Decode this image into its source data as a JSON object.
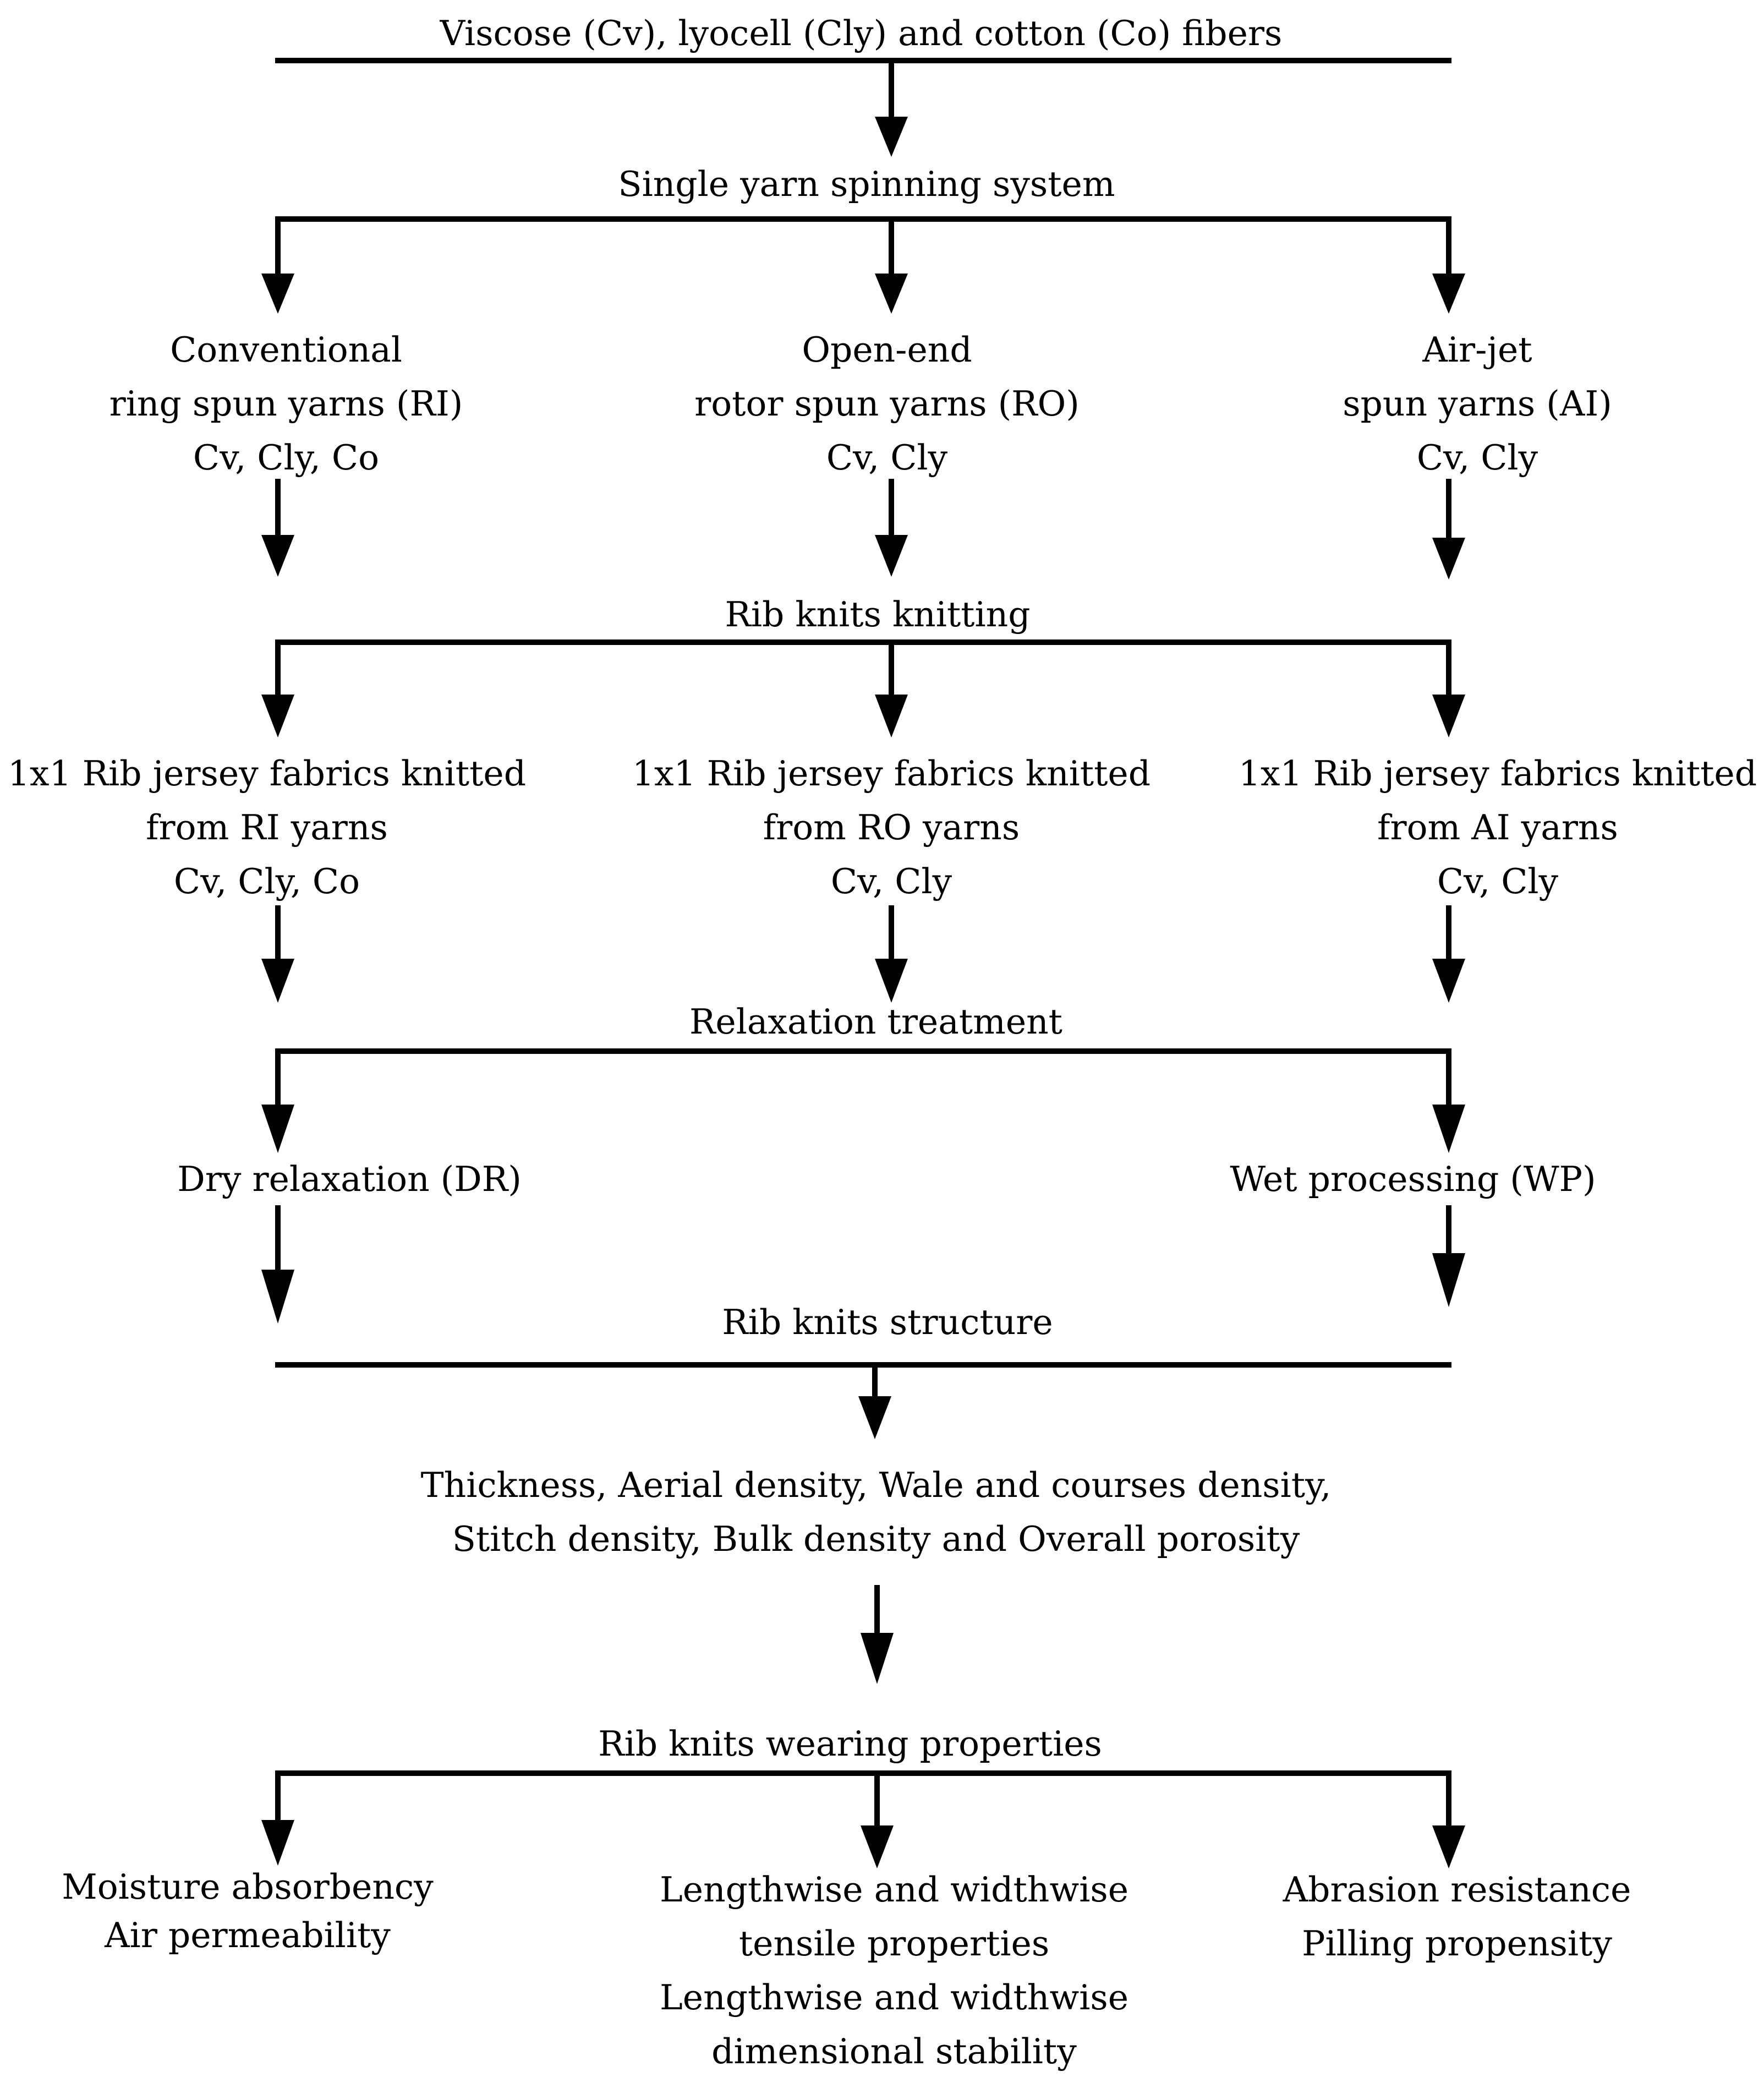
{
  "diagram": {
    "fibers": "Viscose (Cv), lyocell (Cly) and cotton (Co) fibers",
    "spinning": "Single yarn spinning system",
    "yarns": [
      {
        "line1": "Conventional",
        "line2": "ring spun yarns (RI)",
        "line3": "Cv, Cly, Co"
      },
      {
        "line1": "Open-end",
        "line2": "rotor spun yarns (RO)",
        "line3": "Cv, Cly"
      },
      {
        "line1": "Air-jet",
        "line2": "spun yarns (AI)",
        "line3": "Cv, Cly"
      }
    ],
    "knitting": "Rib knits knitting",
    "fabrics": [
      {
        "line1": "1x1 Rib jersey fabrics knitted",
        "line2": "from RI yarns",
        "line3": "Cv, Cly, Co"
      },
      {
        "line1": "1x1 Rib jersey fabrics knitted",
        "line2": "from RO yarns",
        "line3": "Cv, Cly"
      },
      {
        "line1": "1x1 Rib jersey fabrics knitted",
        "line2": "from AI yarns",
        "line3": "Cv, Cly"
      }
    ],
    "relaxation": "Relaxation treatment",
    "treatments": [
      "Dry relaxation (DR)",
      "Wet processing (WP)"
    ],
    "structure": "Rib knits structure",
    "structure_params": {
      "line1": "Thickness, Aerial density, Wale and courses density,",
      "line2": "Stitch density, Bulk density and Overall porosity"
    },
    "wearing": "Rib knits wearing properties",
    "properties": [
      {
        "line1": "Moisture absorbency",
        "line2": "Air permeability"
      },
      {
        "line1": "Lengthwise and widthwise",
        "line2": "tensile properties",
        "line3": "Lengthwise and widthwise",
        "line4": "dimensional stability"
      },
      {
        "line1": "Abrasion resistance",
        "line2": "Pilling propensity"
      }
    ]
  }
}
